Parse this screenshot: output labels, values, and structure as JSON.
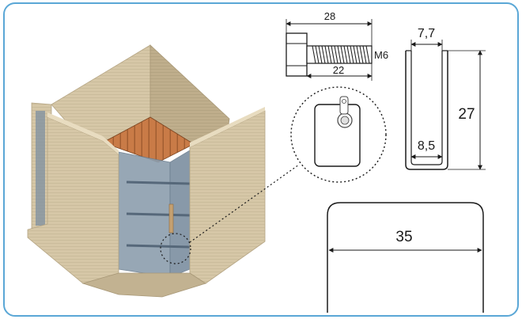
{
  "bolt": {
    "total_length": "28",
    "thread_length": "22",
    "thread_label": "M6"
  },
  "channel": {
    "top_width": "7,7",
    "height": "27",
    "inner_width": "8,5"
  },
  "glass_panel": {
    "width": "35"
  },
  "colors": {
    "frame_border": "#5aa7d6",
    "brick": "#d6c7a7",
    "brick_dark": "#b9a987",
    "wood": "#c97b47",
    "glass": "#7c8fa0",
    "line": "#1a1a1a"
  }
}
